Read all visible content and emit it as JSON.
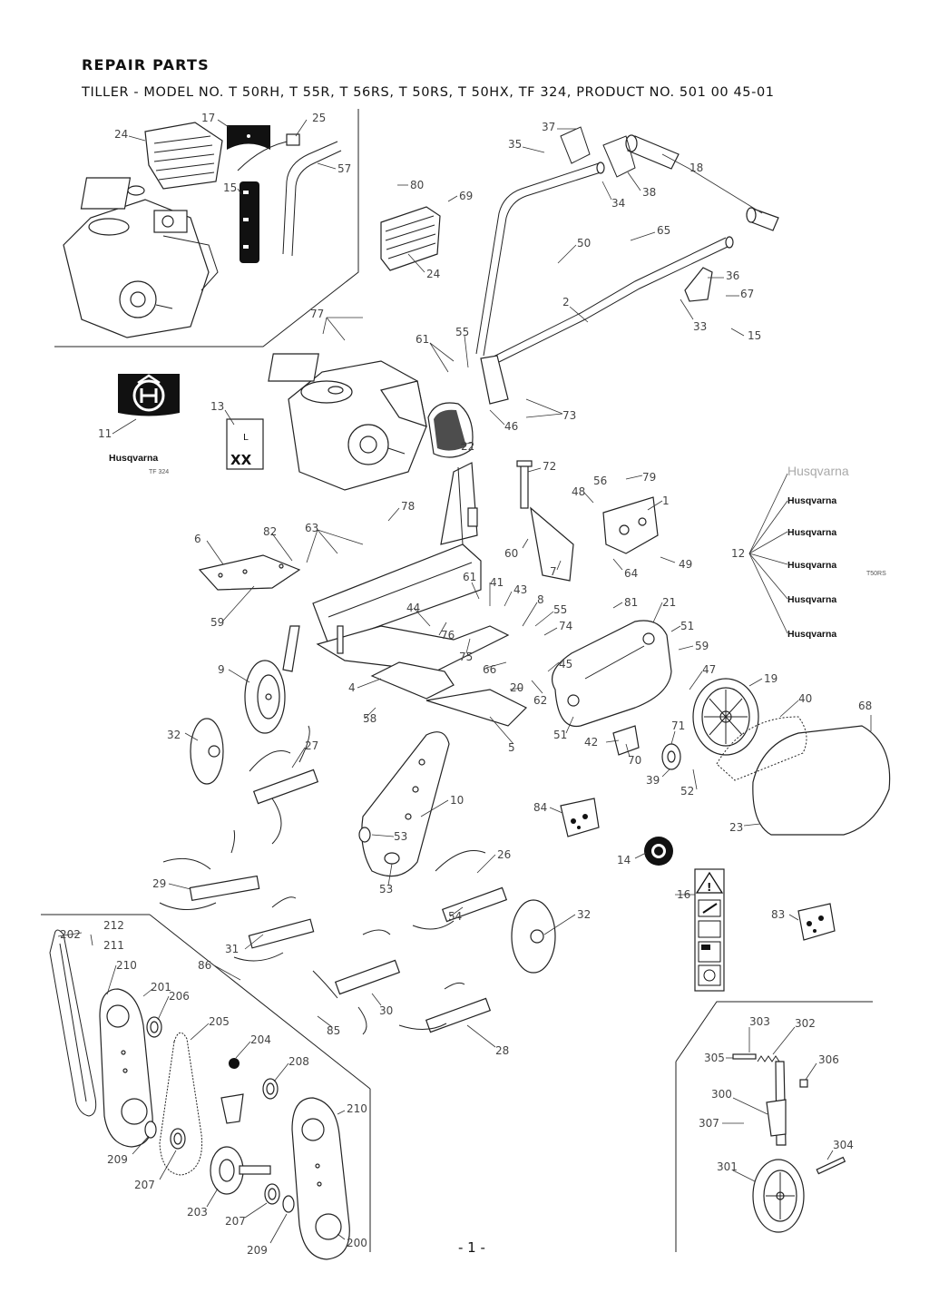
{
  "header": {
    "title": "REPAIR PARTS",
    "subtitle": "TILLER - MODEL NO. T 50RH, T 55R, T 56RS, T 50RS, T 50HX, TF 324, PRODUCT NO. 501 00 45-01"
  },
  "footer": {
    "page_number": "- 1 -"
  },
  "decals": {
    "brand": "Husqvarna",
    "logo_small": "Husqvarna",
    "brand_small": "TF 324",
    "decal_13_label": "L",
    "decal_13_marks": "XX",
    "decal_12_grey": "Husqvarna",
    "decal_12_tag": "T50RS"
  },
  "callouts": [
    {
      "id": "c24a",
      "text": "24"
    },
    {
      "id": "c17",
      "text": "17"
    },
    {
      "id": "c25",
      "text": "25"
    },
    {
      "id": "c15a",
      "text": "15"
    },
    {
      "id": "c57",
      "text": "57"
    },
    {
      "id": "c80",
      "text": "80"
    },
    {
      "id": "c69",
      "text": "69"
    },
    {
      "id": "c24b",
      "text": "24"
    },
    {
      "id": "c37",
      "text": "37"
    },
    {
      "id": "c35",
      "text": "35"
    },
    {
      "id": "c38",
      "text": "38"
    },
    {
      "id": "c34",
      "text": "34"
    },
    {
      "id": "c18",
      "text": "18"
    },
    {
      "id": "c65",
      "text": "65"
    },
    {
      "id": "c50",
      "text": "50"
    },
    {
      "id": "c36",
      "text": "36"
    },
    {
      "id": "c67",
      "text": "67"
    },
    {
      "id": "c2",
      "text": "2"
    },
    {
      "id": "c33",
      "text": "33"
    },
    {
      "id": "c15b",
      "text": "15"
    },
    {
      "id": "c77",
      "text": "77"
    },
    {
      "id": "c55a",
      "text": "55"
    },
    {
      "id": "c61a",
      "text": "61"
    },
    {
      "id": "c73",
      "text": "73"
    },
    {
      "id": "c46",
      "text": "46"
    },
    {
      "id": "c22",
      "text": "22"
    },
    {
      "id": "c13",
      "text": "13"
    },
    {
      "id": "c11",
      "text": "11"
    },
    {
      "id": "c72",
      "text": "72"
    },
    {
      "id": "c56",
      "text": "56"
    },
    {
      "id": "c79",
      "text": "79"
    },
    {
      "id": "c48",
      "text": "48"
    },
    {
      "id": "c1",
      "text": "1"
    },
    {
      "id": "c78",
      "text": "78"
    },
    {
      "id": "c6",
      "text": "6"
    },
    {
      "id": "c82",
      "text": "82"
    },
    {
      "id": "c63",
      "text": "63"
    },
    {
      "id": "c60",
      "text": "60"
    },
    {
      "id": "c7",
      "text": "7"
    },
    {
      "id": "c64",
      "text": "64"
    },
    {
      "id": "c49",
      "text": "49"
    },
    {
      "id": "c12",
      "text": "12"
    },
    {
      "id": "c59a",
      "text": "59"
    },
    {
      "id": "c61b",
      "text": "61"
    },
    {
      "id": "c41",
      "text": "41"
    },
    {
      "id": "c43",
      "text": "43"
    },
    {
      "id": "c8",
      "text": "8"
    },
    {
      "id": "c55b",
      "text": "55"
    },
    {
      "id": "c74",
      "text": "74"
    },
    {
      "id": "c44",
      "text": "44"
    },
    {
      "id": "c76",
      "text": "76"
    },
    {
      "id": "c75",
      "text": "75"
    },
    {
      "id": "c81",
      "text": "81"
    },
    {
      "id": "c21",
      "text": "21"
    },
    {
      "id": "c51a",
      "text": "51"
    },
    {
      "id": "c59b",
      "text": "59"
    },
    {
      "id": "c9",
      "text": "9"
    },
    {
      "id": "c66",
      "text": "66"
    },
    {
      "id": "c45",
      "text": "45"
    },
    {
      "id": "c20",
      "text": "20"
    },
    {
      "id": "c62",
      "text": "62"
    },
    {
      "id": "c47",
      "text": "47"
    },
    {
      "id": "c4",
      "text": "4"
    },
    {
      "id": "c19",
      "text": "19"
    },
    {
      "id": "c40",
      "text": "40"
    },
    {
      "id": "c68",
      "text": "68"
    },
    {
      "id": "c58",
      "text": "58"
    },
    {
      "id": "c32a",
      "text": "32"
    },
    {
      "id": "c5",
      "text": "5"
    },
    {
      "id": "c51b",
      "text": "51"
    },
    {
      "id": "c42",
      "text": "42"
    },
    {
      "id": "c71",
      "text": "71"
    },
    {
      "id": "c70",
      "text": "70"
    },
    {
      "id": "c27",
      "text": "27"
    },
    {
      "id": "c39",
      "text": "39"
    },
    {
      "id": "c52",
      "text": "52"
    },
    {
      "id": "c10",
      "text": "10"
    },
    {
      "id": "c84",
      "text": "84"
    },
    {
      "id": "c23",
      "text": "23"
    },
    {
      "id": "c53a",
      "text": "53"
    },
    {
      "id": "c14",
      "text": "14"
    },
    {
      "id": "c26",
      "text": "26"
    },
    {
      "id": "c53b",
      "text": "53"
    },
    {
      "id": "c29",
      "text": "29"
    },
    {
      "id": "c16",
      "text": "16"
    },
    {
      "id": "c54",
      "text": "54"
    },
    {
      "id": "c32b",
      "text": "32"
    },
    {
      "id": "c83",
      "text": "83"
    },
    {
      "id": "c202",
      "text": "202"
    },
    {
      "id": "c212",
      "text": "212"
    },
    {
      "id": "c211",
      "text": "211"
    },
    {
      "id": "c31",
      "text": "31"
    },
    {
      "id": "c86",
      "text": "86"
    },
    {
      "id": "c210a",
      "text": "210"
    },
    {
      "id": "c201",
      "text": "201"
    },
    {
      "id": "c206",
      "text": "206"
    },
    {
      "id": "c30",
      "text": "30"
    },
    {
      "id": "c85",
      "text": "85"
    },
    {
      "id": "c205",
      "text": "205"
    },
    {
      "id": "c28",
      "text": "28"
    },
    {
      "id": "c303",
      "text": "303"
    },
    {
      "id": "c302",
      "text": "302"
    },
    {
      "id": "c204",
      "text": "204"
    },
    {
      "id": "c305",
      "text": "305"
    },
    {
      "id": "c306",
      "text": "306"
    },
    {
      "id": "c208",
      "text": "208"
    },
    {
      "id": "c210b",
      "text": "210"
    },
    {
      "id": "c300",
      "text": "300"
    },
    {
      "id": "c307",
      "text": "307"
    },
    {
      "id": "c209a",
      "text": "209"
    },
    {
      "id": "c304",
      "text": "304"
    },
    {
      "id": "c207a",
      "text": "207"
    },
    {
      "id": "c301",
      "text": "301"
    },
    {
      "id": "c203",
      "text": "203"
    },
    {
      "id": "c207b",
      "text": "207"
    },
    {
      "id": "c209b",
      "text": "209"
    },
    {
      "id": "c200",
      "text": "200"
    }
  ]
}
